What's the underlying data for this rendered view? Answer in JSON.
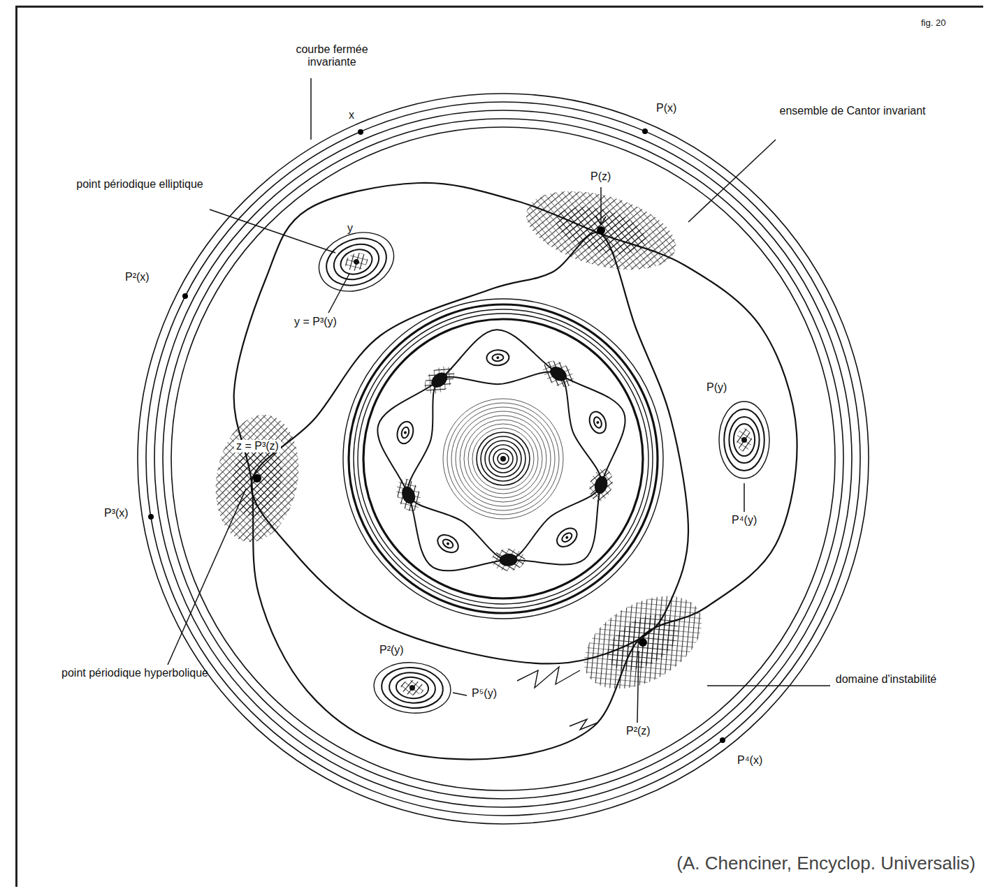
{
  "diagram": {
    "caption": "(A. Chenciner, Encyclop. Universalis)",
    "labels": [
      "fig. 20",
      "courbe fermée invariante",
      "x",
      "P(x)",
      "ensemble de Cantor invariant",
      "point périodique elliptique",
      "y",
      "P(z)",
      "P²(x)",
      "y = P³(y)",
      "P(y)",
      "z = P³(z)",
      "P³(x)",
      "P⁴(y)",
      "point périodique hyperbolique",
      "P²(y)",
      "P⁵(y)",
      "domaine d'instabilité",
      "P²(z)",
      "P⁴(x)"
    ]
  }
}
